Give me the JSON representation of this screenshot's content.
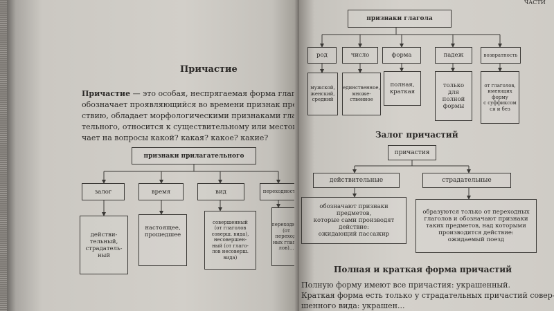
{
  "left_page": {
    "title": "Причастие",
    "definition_term": "Причастие",
    "definition_lines": [
      " — это особая, неспрягаемая форма глагола, которая",
      "обозначает проявляющийся во времени признак предмета по дей-",
      "ствию, обладает морфологическими признаками глагола и прила-",
      "тельного, относится к существительному или местоимению и отве-",
      "чает на вопросы какой? какая? какое? какие?"
    ],
    "diagram": {
      "root": "признаки прилагательного",
      "categories": [
        "залог",
        "время",
        "вид",
        "переходность"
      ],
      "values": [
        "действи-\nтельный,\nстрадатель-\nный",
        "настоящее,\nпрошедшее",
        "совершенный\n(от глаголов\nсоверш. вида),\nнесовершен-\nный (от глаго-\nлов несоверш.\nвида)",
        "переходное\n(от переход-\nных глаго-\nлов)..."
      ]
    }
  },
  "right_page": {
    "header_fragment": "ЧАСТИ",
    "diagram": {
      "root": "признаки глагола",
      "categories": [
        "род",
        "число",
        "форма",
        "падеж",
        "возвратность"
      ],
      "values": [
        "мужской,\nженский,\nсредний",
        "единственное,\nмноже-\nственное",
        "полная,\nкраткая",
        "только\nдля полной\nформы",
        "от глаголов,\nимеющих\nформу\nс суффиксом\nся и без"
      ]
    },
    "voice_title": "Залог причастий",
    "voice_diagram": {
      "root": "причастия",
      "active": "действительные",
      "passive": "страдательные",
      "active_desc": "обозначают признаки предметов,\nкоторые сами производят\nдействие:\nожидающий пассажир",
      "passive_desc": "образуются только от переходных\nглаголов и обозначают признаки\nтаких предметов, над которыми\nпроизводится действие:\nожидаемый поезд"
    },
    "form_title": "Полная и краткая форма причастий",
    "form_lines": [
      "Полную форму имеют все причастия: украшенный.",
      "Краткая форма есть только у страдательных причастий совер-",
      "шенного вида: украшен..."
    ]
  }
}
